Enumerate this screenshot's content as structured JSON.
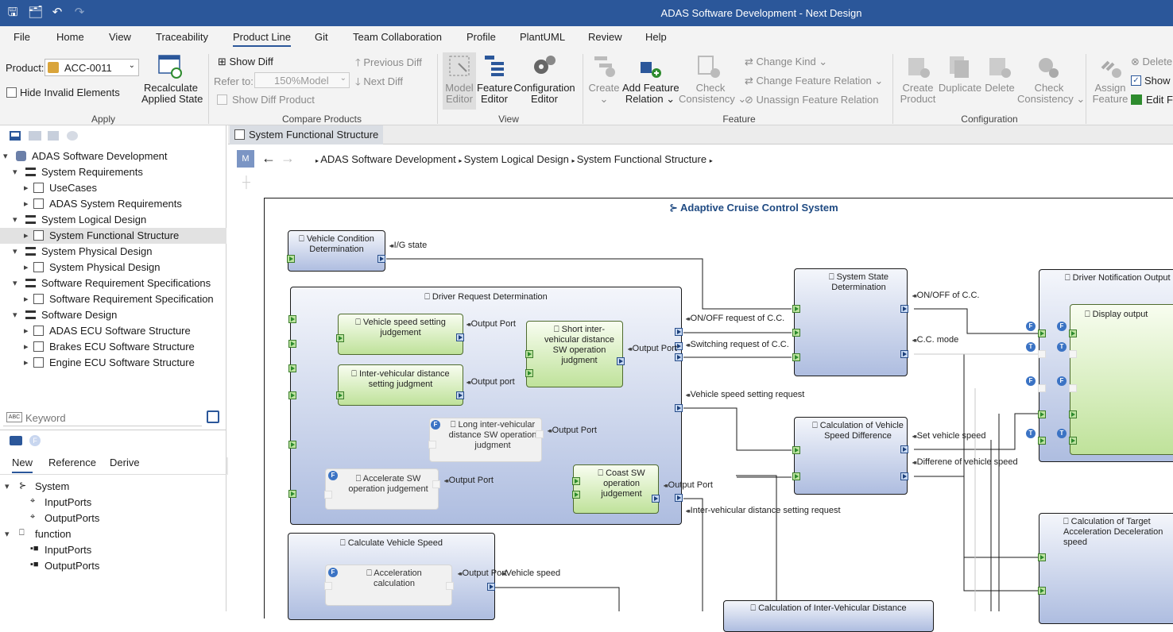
{
  "window": {
    "title": "ADAS Software Development - Next Design"
  },
  "menu": [
    "File",
    "Home",
    "View",
    "Traceability",
    "Product Line",
    "Git",
    "Team Collaboration",
    "Profile",
    "PlantUML",
    "Review",
    "Help"
  ],
  "ribbon": {
    "product_label": "Product:",
    "product_value": "ACC-0011",
    "hide_invalid": "Hide Invalid Elements",
    "recalc": [
      "Recalculate",
      "Applied State"
    ],
    "group_apply": "Apply",
    "show_diff": "Show Diff",
    "refer_to": "Refer to:",
    "refer_value": "150%Model",
    "show_diff_product": "Show Diff Product",
    "prev_diff": "Previous Diff",
    "next_diff": "Next Diff",
    "group_compare": "Compare Products",
    "model_editor": [
      "Model",
      "Editor"
    ],
    "feature_editor": [
      "Feature",
      "Editor"
    ],
    "config_editor": [
      "Configuration",
      "Editor"
    ],
    "group_view": "View",
    "create": [
      "Create",
      "⌄"
    ],
    "add_feature": [
      "Add Feature",
      "Relation ⌄"
    ],
    "check_consistency": [
      "Check",
      "Consistency ⌄"
    ],
    "change_kind": "Change Kind ⌄",
    "change_feature_relation": "Change Feature Relation ⌄",
    "unassign": "Unassign Feature Relation",
    "group_feature": "Feature",
    "create_product": [
      "Create",
      "Product"
    ],
    "duplicate": "Duplicate",
    "delete": "Delete",
    "check_consistency2": [
      "Check",
      "Consistency ⌄"
    ],
    "group_config": "Configuration",
    "assign_feature": [
      "Assign",
      "Feature"
    ],
    "delete2": "Delete",
    "show": "Show",
    "edit_f": "Edit F"
  },
  "tree": {
    "root": "ADAS Software Development",
    "items": [
      {
        "label": "System Requirements",
        "level": 1,
        "open": true
      },
      {
        "label": "UseCases",
        "level": 2
      },
      {
        "label": "ADAS System Requirements",
        "level": 2
      },
      {
        "label": "System Logical Design",
        "level": 1,
        "open": true
      },
      {
        "label": "System Functional Structure",
        "level": 2,
        "selected": true
      },
      {
        "label": "System Physical Design",
        "level": 1,
        "open": true
      },
      {
        "label": "System Physical Design",
        "level": 2
      },
      {
        "label": "Software Requirement Specifications",
        "level": 1,
        "open": true
      },
      {
        "label": "Software Requirement Specification",
        "level": 2
      },
      {
        "label": "Software Design",
        "level": 1,
        "open": true
      },
      {
        "label": "ADAS ECU Software Structure",
        "level": 2
      },
      {
        "label": "Brakes ECU Software Structure",
        "level": 2
      },
      {
        "label": "Engine ECU Software Structure",
        "level": 2
      }
    ]
  },
  "search": {
    "placeholder": "Keyword"
  },
  "palette": {
    "tabs": [
      "New",
      "Reference",
      "Derive"
    ],
    "items": [
      {
        "label": "System",
        "level": 0
      },
      {
        "label": "InputPorts",
        "level": 1
      },
      {
        "label": "OutputPorts",
        "level": 1
      },
      {
        "label": "function",
        "level": 0
      },
      {
        "label": "InputPorts",
        "level": 1
      },
      {
        "label": "OutputPorts",
        "level": 1
      }
    ]
  },
  "doc_tab": "System Functional Structure",
  "breadcrumb": [
    "ADAS Software Development",
    "System Logical Design",
    "System Functional Structure"
  ],
  "nav": {
    "m": "M"
  },
  "diagram": {
    "title": "Adaptive Cruise Control System",
    "vcd": "Vehicle Condition Determination",
    "ig": "I/G state",
    "drd": "Driver Request Determination",
    "vsj": "Vehicle speed setting judgement",
    "ivd": "Inter-vehicular distance setting judgment",
    "short": "Short inter-vehicular distance SW operation judgment",
    "long": "Long inter-vehicular distance SW operation judgment",
    "accel": "Accelerate SW operation judgement",
    "coast": "Coast SW operation judgement",
    "op": "Output Port",
    "op_short": "Output Port",
    "op_short2": "Output port",
    "onoff_req": "ON/OFF request of C.C.",
    "sw_req": "Switching request of C.C.",
    "vs_req": "Vehicle speed setting request",
    "ivd_req": "Inter-vehicular distance setting request",
    "ssd": "System State Determination",
    "onoff": "ON/OFF of C.C.",
    "ccmode": "C.C. mode",
    "cvsd": "Calculation of Vehicle Speed Difference",
    "setvs": "Set vehicle speed",
    "diffvs": "Differene of vehicle speed",
    "dno": "Driver Notification Output",
    "disp": "Display output",
    "cvs": "Calculate Vehicle Speed",
    "acc": "Acceleration calculation",
    "vspeed": "Vehicle speed",
    "ctad": "Calculation of Target Acceleration Deceleration speed",
    "civd": "Calculation of Inter-Vehicular Distance",
    "f": "F",
    "t": "T"
  }
}
